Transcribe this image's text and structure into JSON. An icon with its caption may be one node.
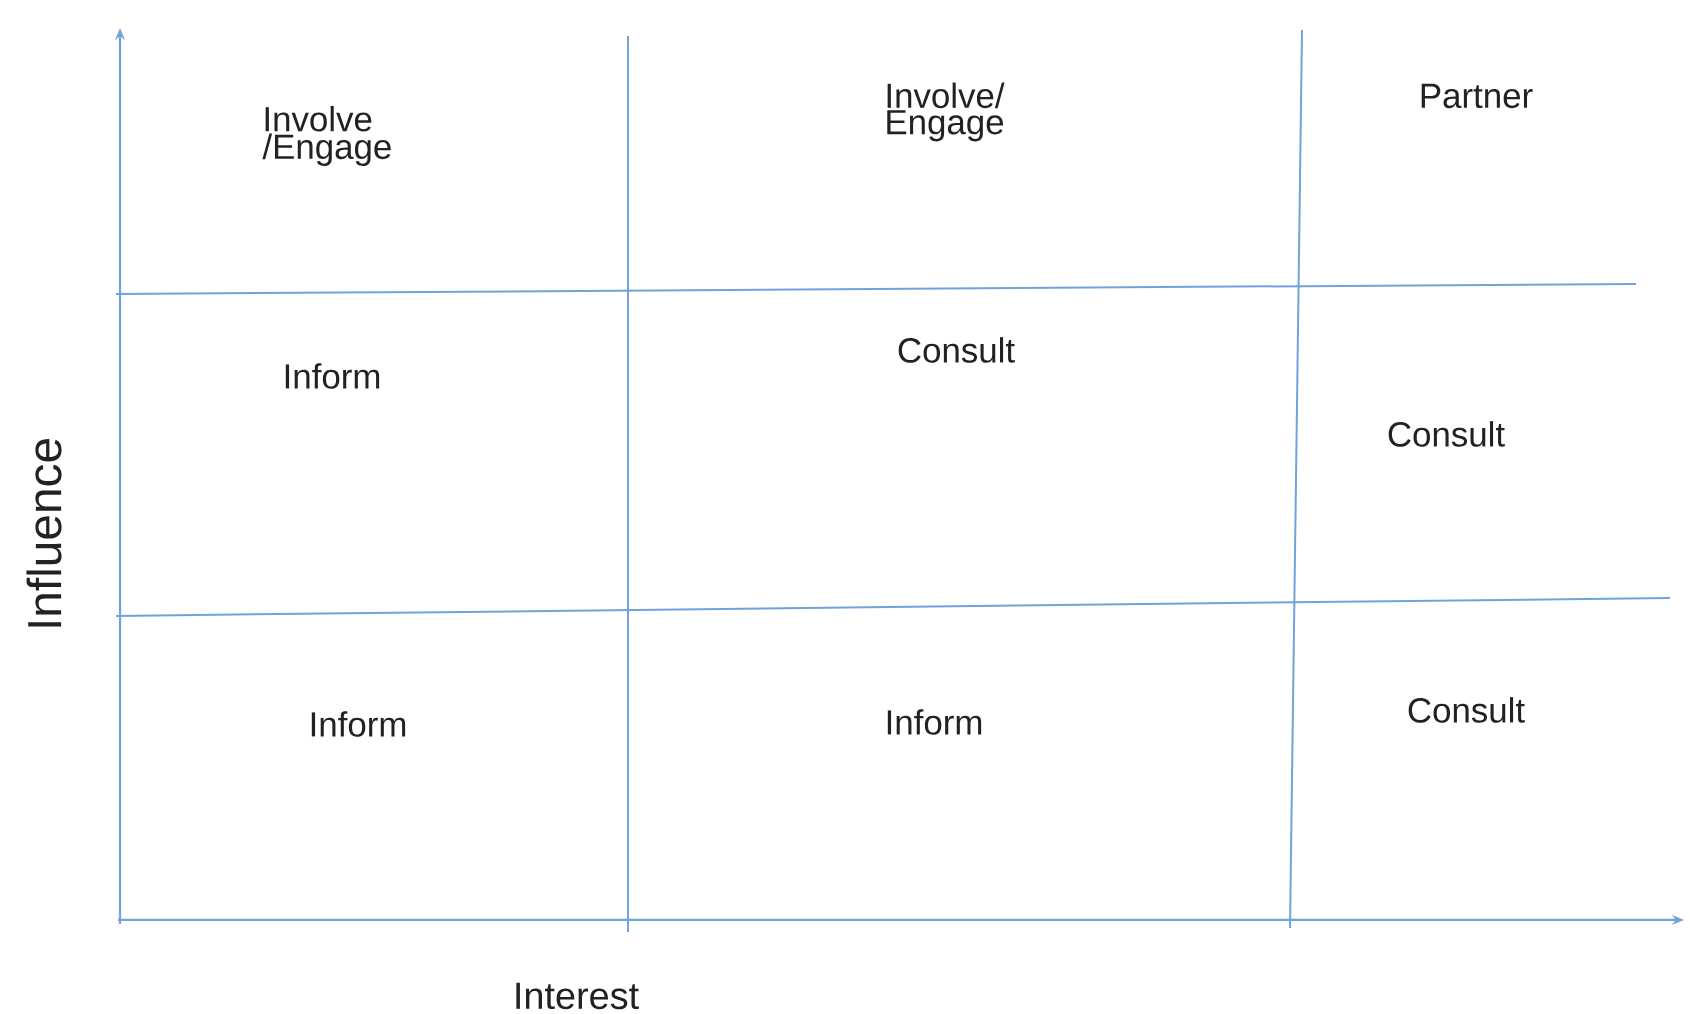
{
  "diagram": {
    "labels": [
      "Involve /Engage",
      "Involve/ Engage",
      "Partner",
      "Inform",
      "Consult",
      "Consult",
      "Inform",
      "Inform",
      "Consult",
      "Influence",
      "Interest"
    ]
  }
}
